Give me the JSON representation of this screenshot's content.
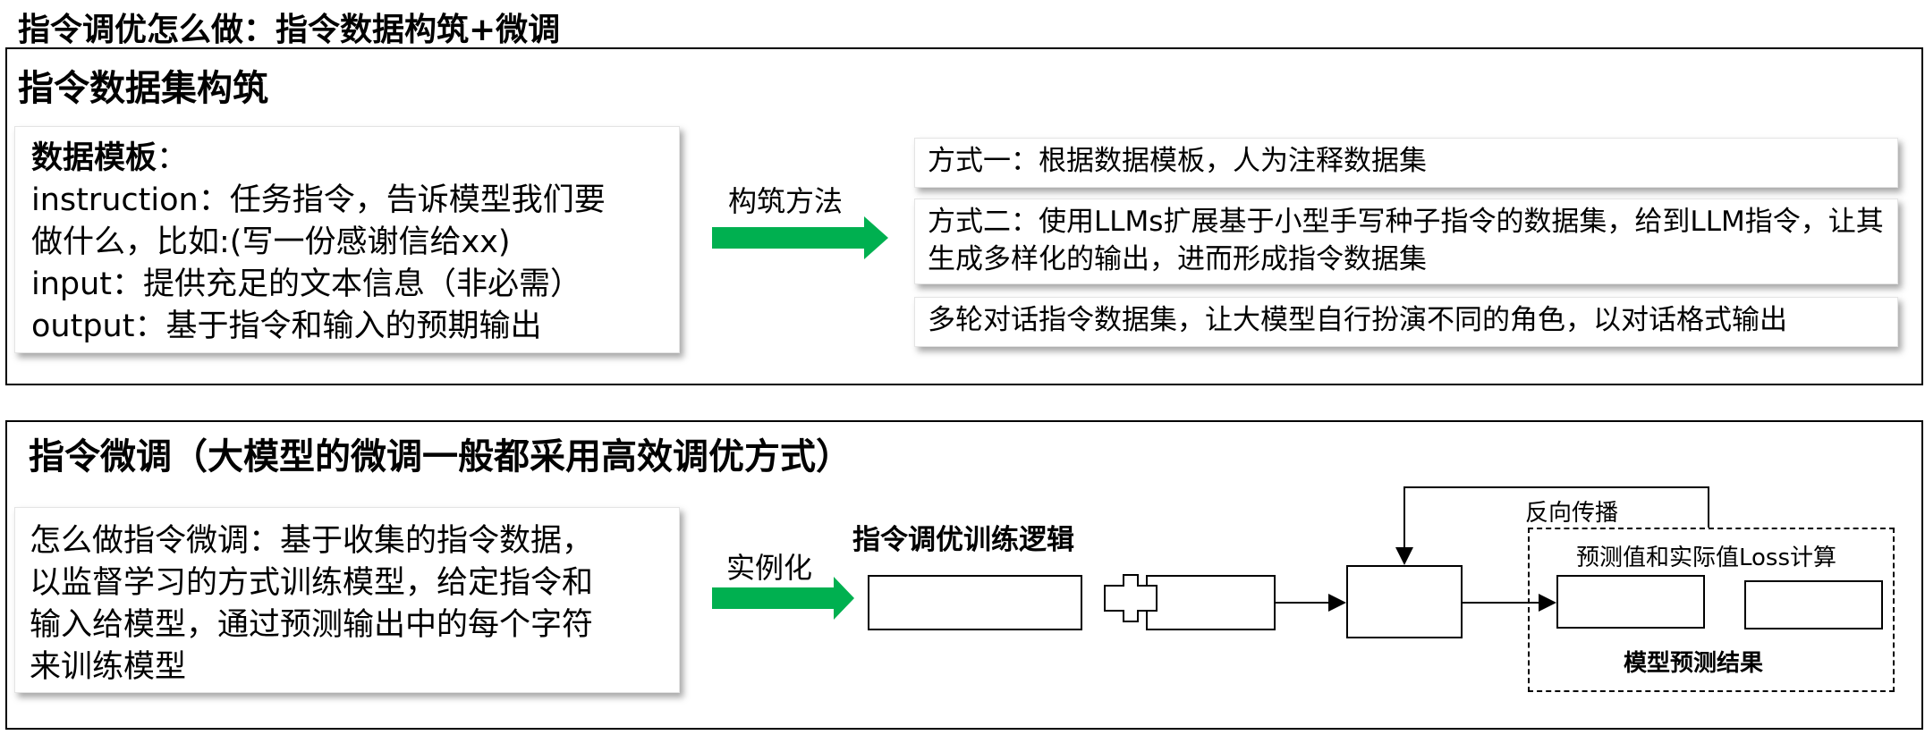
{
  "page_title": "指令调优怎么做：指令数据构筑+微调",
  "section1": {
    "title": "指令数据集构筑",
    "template": {
      "label": "数据模板",
      "colon": "：",
      "lines": [
        "instruction：任务指令，告诉模型我们要",
        "做什么，比如:(写一份感谢信给xx)",
        "input：提供充足的文本信息（非必需）",
        "output：基于指令和输入的预期输出"
      ]
    },
    "arrow_label": "构筑方法",
    "methods": [
      "方式一：根据数据模板，人为注释数据集",
      "方式二：使用LLMs扩展基于小型手写种子指令的数据集，给到LLM指令，让其生成多样化的输出，进而形成指令数据集",
      "多轮对话指令数据集，让大模型自行扮演不同的角色，以对话格式输出"
    ]
  },
  "section2": {
    "title": "指令微调（大模型的微调一般都采用高效调优方式）",
    "description_lines": [
      "怎么做指令微调：基于收集的指令数据，",
      "以监督学习的方式训练模型，给定指令和",
      "输入给模型，通过预测输出中的每个字符",
      "来训练模型"
    ],
    "arrow_label": "实例化",
    "flow": {
      "title": "指令调优训练逻辑",
      "backprop_label": "反向传播",
      "loss_label": "预测值和实际值Loss计算",
      "result_label": "模型预测结果"
    }
  },
  "colors": {
    "arrow_green": "#00B050",
    "border": "#000000"
  },
  "icons": [
    "plus-icon",
    "green-arrow-icon"
  ]
}
